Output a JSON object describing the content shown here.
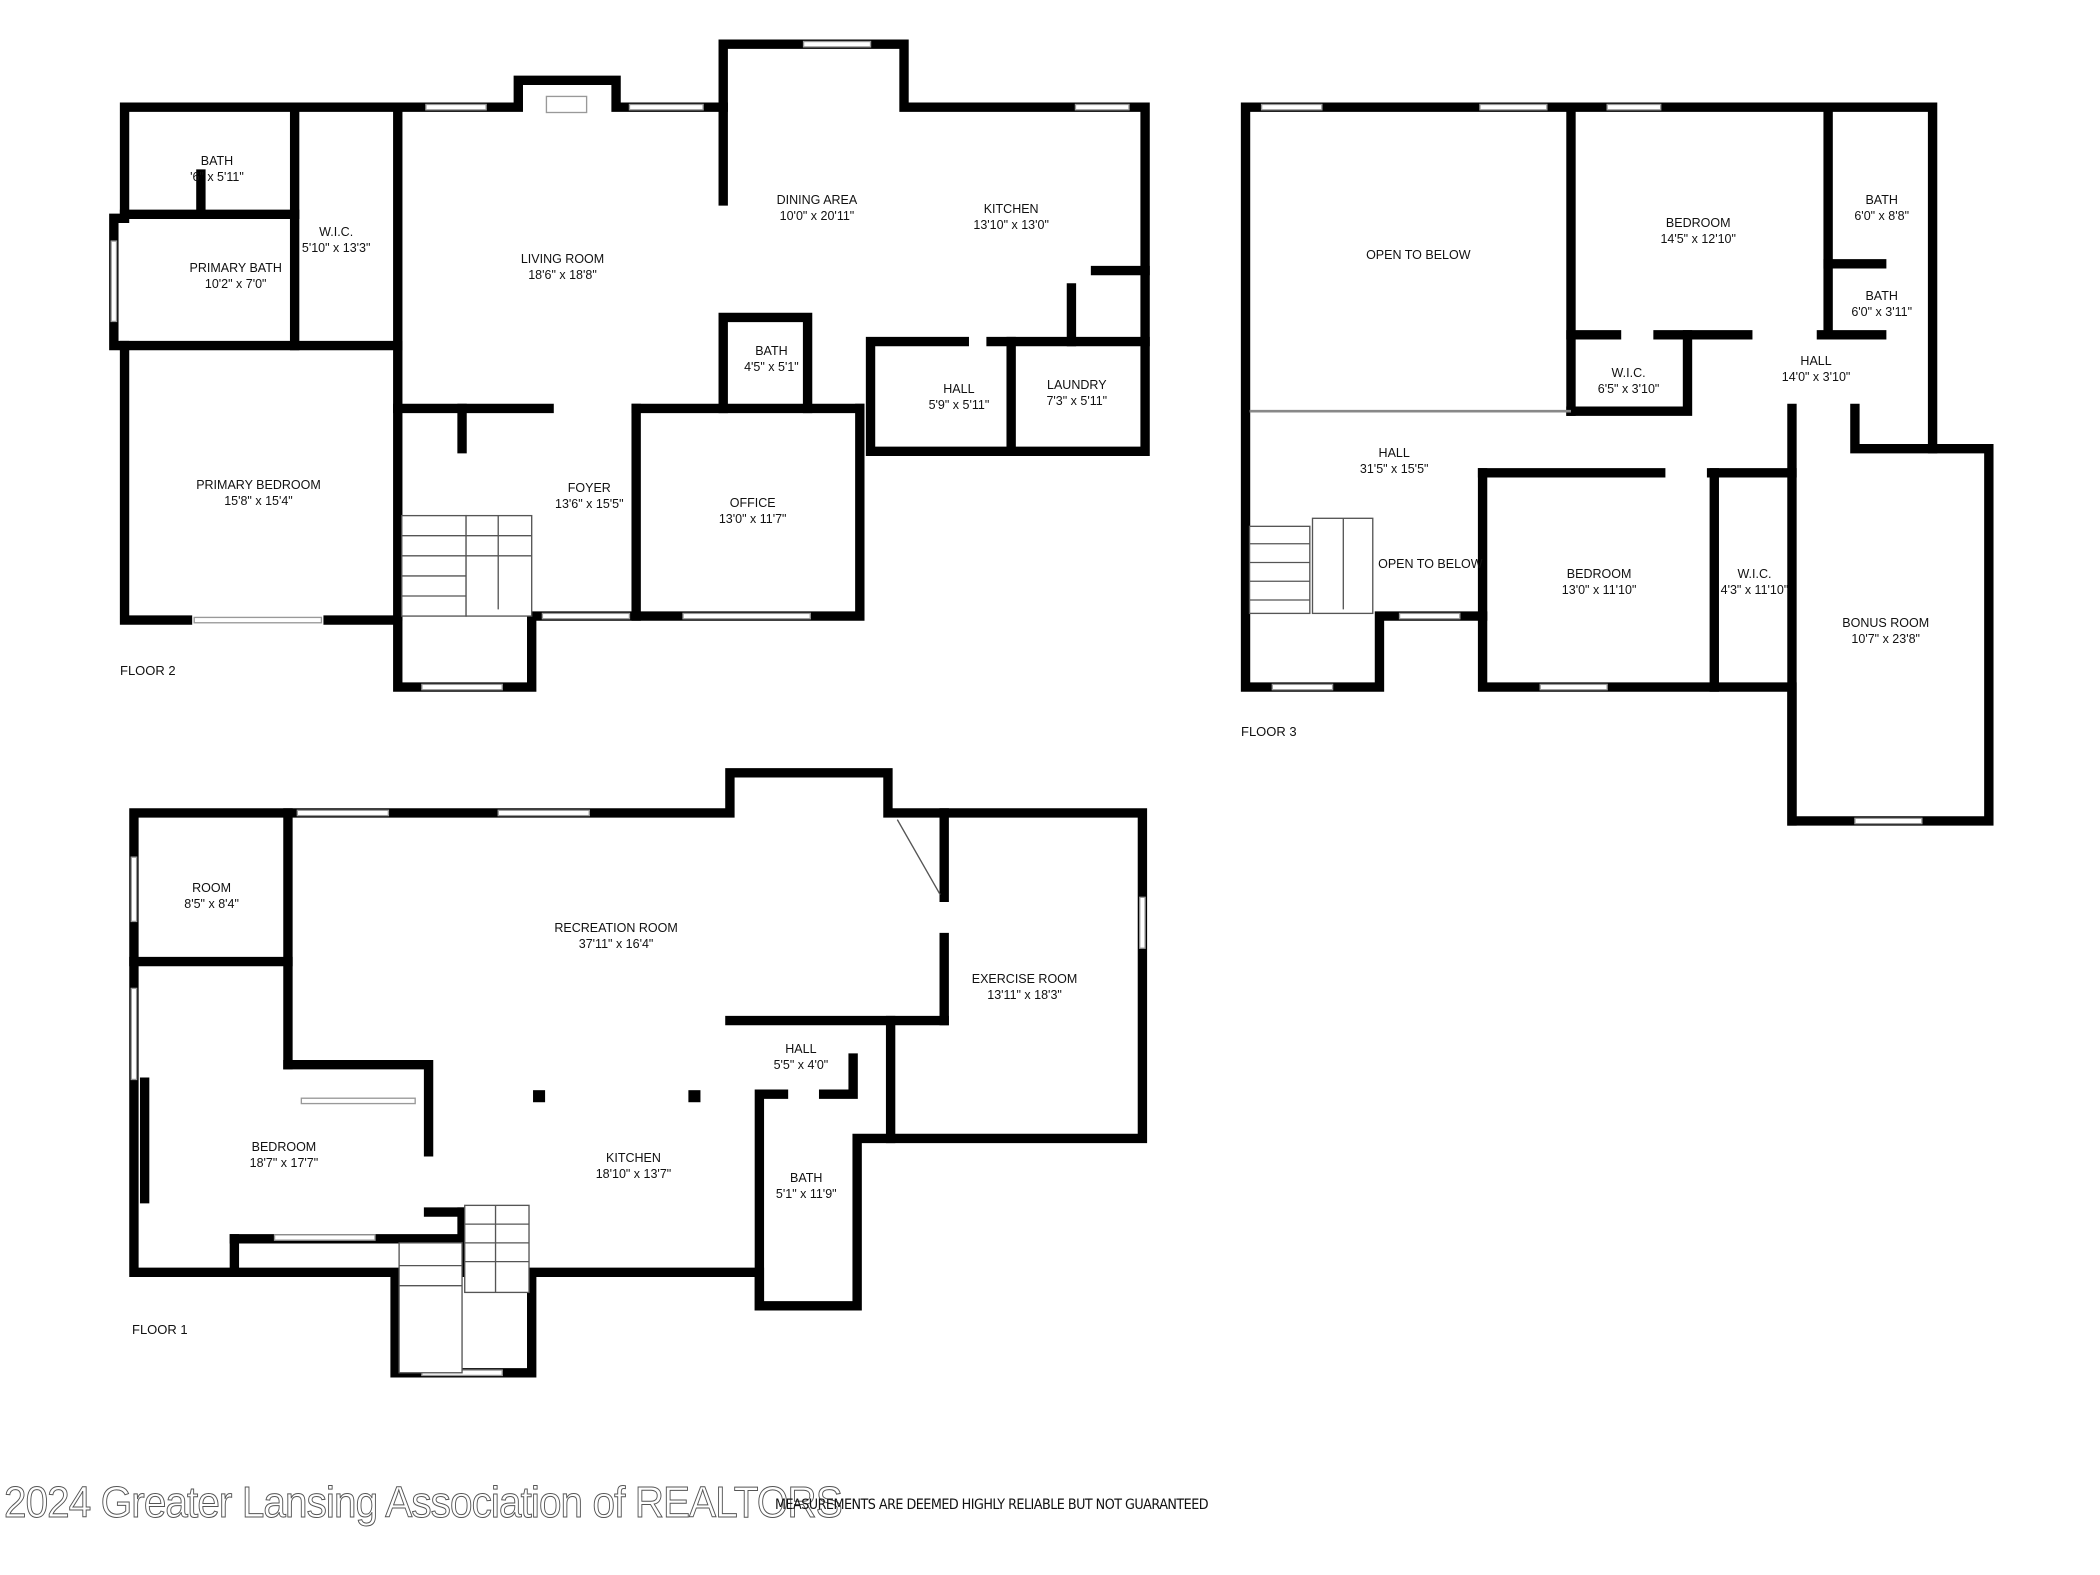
{
  "floors": [
    {
      "label": "FLOOR 2",
      "rooms": [
        {
          "name": "BATH",
          "dims": "'6\" x 5'11\""
        },
        {
          "name": "W.I.C.",
          "dims": "5'10\" x 13'3\""
        },
        {
          "name": "PRIMARY BATH",
          "dims": "10'2\" x 7'0\""
        },
        {
          "name": "LIVING ROOM",
          "dims": "18'6\" x 18'8\""
        },
        {
          "name": "DINING AREA",
          "dims": "10'0\" x 20'11\""
        },
        {
          "name": "KITCHEN",
          "dims": "13'10\" x 13'0\""
        },
        {
          "name": "BATH",
          "dims": "4'5\" x 5'1\""
        },
        {
          "name": "HALL",
          "dims": "5'9\" x 5'11\""
        },
        {
          "name": "LAUNDRY",
          "dims": "7'3\" x 5'11\""
        },
        {
          "name": "PRIMARY BEDROOM",
          "dims": "15'8\" x 15'4\""
        },
        {
          "name": "FOYER",
          "dims": "13'6\" x 15'5\""
        },
        {
          "name": "OFFICE",
          "dims": "13'0\" x 11'7\""
        }
      ]
    },
    {
      "label": "FLOOR 3",
      "rooms": [
        {
          "name": "OPEN TO BELOW",
          "dims": ""
        },
        {
          "name": "BEDROOM",
          "dims": "14'5\" x 12'10\""
        },
        {
          "name": "BATH",
          "dims": "6'0\" x 8'8\""
        },
        {
          "name": "BATH",
          "dims": "6'0\" x 3'11\""
        },
        {
          "name": "W.I.C.",
          "dims": "6'5\" x 3'10\""
        },
        {
          "name": "HALL",
          "dims": "14'0\" x 3'10\""
        },
        {
          "name": "HALL",
          "dims": "31'5\" x 15'5\""
        },
        {
          "name": "OPEN TO BELOW",
          "dims": ""
        },
        {
          "name": "BEDROOM",
          "dims": "13'0\" x 11'10\""
        },
        {
          "name": "W.I.C.",
          "dims": "4'3\" x 11'10\""
        },
        {
          "name": "BONUS ROOM",
          "dims": "10'7\" x 23'8\""
        }
      ]
    },
    {
      "label": "FLOOR 1",
      "rooms": [
        {
          "name": "ROOM",
          "dims": "8'5\" x 8'4\""
        },
        {
          "name": "RECREATION ROOM",
          "dims": "37'11\" x 16'4\""
        },
        {
          "name": "EXERCISE ROOM",
          "dims": "13'11\" x 18'3\""
        },
        {
          "name": "HALL",
          "dims": "5'5\" x 4'0\""
        },
        {
          "name": "BEDROOM",
          "dims": "18'7\" x 17'7\""
        },
        {
          "name": "KITCHEN",
          "dims": "18'10\" x 13'7\""
        },
        {
          "name": "BATH",
          "dims": "5'1\" x 11'9\""
        }
      ]
    }
  ],
  "watermark": "2024 Greater Lansing Association of REALTORS",
  "disclaimer": "MEASUREMENTS ARE DEEMED HIGHLY RELIABLE BUT NOT GUARANTEED"
}
